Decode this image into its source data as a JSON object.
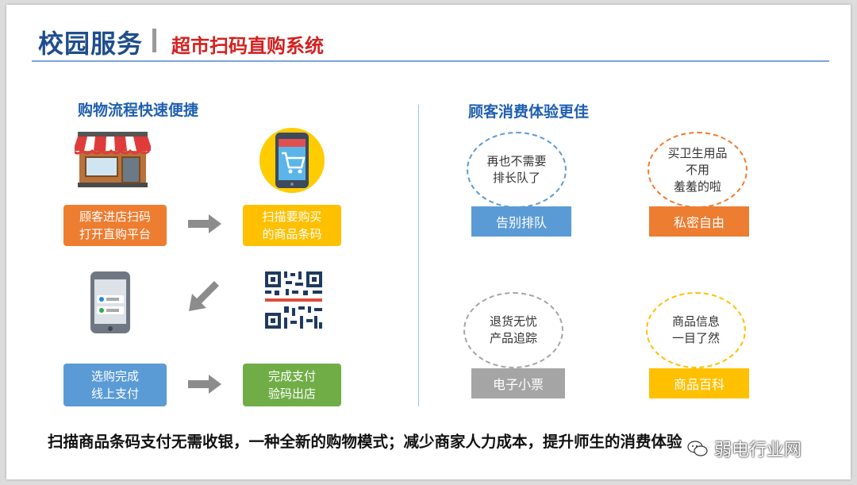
{
  "header": {
    "title": "校园服务",
    "subtitle": "超市扫码直购系统"
  },
  "left": {
    "title": "购物流程快速便捷",
    "steps": [
      {
        "line1": "顾客进店扫码",
        "line2": "打开直购平台"
      },
      {
        "line1": "扫描要购买",
        "line2": "的商品条码"
      },
      {
        "line1": "选购完成",
        "line2": "线上支付"
      },
      {
        "line1": "完成支付",
        "line2": "验码出店"
      }
    ]
  },
  "right": {
    "title": "顾客消费体验更佳",
    "features": [
      {
        "bubble_line1": "再也不需要",
        "bubble_line2": "排长队了",
        "bubble_line3": "",
        "tag": "告别排队",
        "color": "#5b9bd5"
      },
      {
        "bubble_line1": "买卫生用品",
        "bubble_line2": "不用",
        "bubble_line3": "羞羞的啦",
        "tag": "私密自由",
        "color": "#ed7d31"
      },
      {
        "bubble_line1": "退货无忧",
        "bubble_line2": "产品追踪",
        "bubble_line3": "",
        "tag": "电子小票",
        "color": "#a5a5a5"
      },
      {
        "bubble_line1": "商品信息",
        "bubble_line2": "一目了然",
        "bubble_line3": "",
        "tag": "商品百科",
        "color": "#ffc000"
      }
    ]
  },
  "footer": {
    "text": "扫描商品条码支付无需收银，一种全新的购物模式；减少商家人力成本，提升师生的消费体验"
  },
  "watermark": {
    "text": "弱电行业网"
  },
  "colors": {
    "title_blue": "#1f4e8c",
    "subtitle_red": "#d42020",
    "orange": "#ed7d31",
    "yellow": "#ffc000",
    "blue": "#5b9bd5",
    "green": "#70ad47",
    "gray": "#a5a5a5"
  }
}
